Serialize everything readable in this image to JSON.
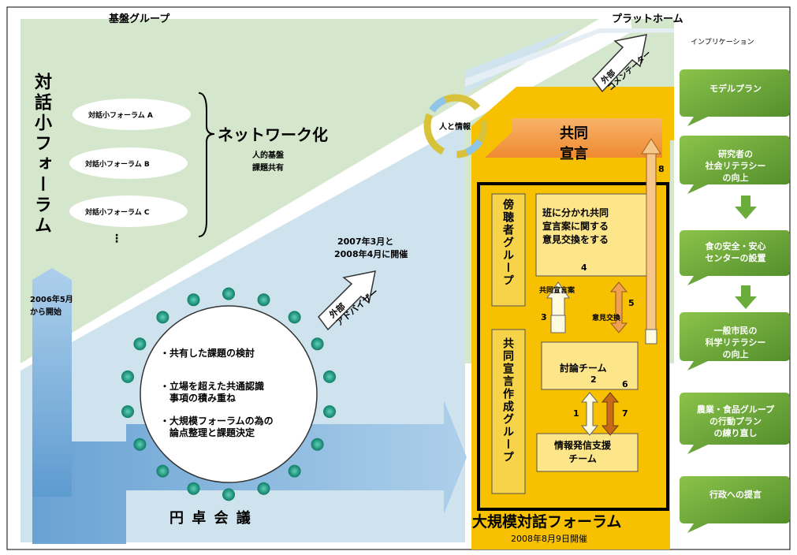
{
  "header": {
    "left_label": "基盤グループ",
    "right_label": "プラットホーム",
    "impl_label": "インプリケーション"
  },
  "left": {
    "vertical_title": "対話小フォーラム",
    "forums": [
      "対話小フォーラム A",
      "対話小フォーラム B",
      "対話小フォーラム C"
    ],
    "dots": "⋮",
    "network_title": "ネットワーク化",
    "network_sub1": "人的基盤",
    "network_sub2": "課題共有",
    "start_text1": "2006年5月",
    "start_text2": "から開始"
  },
  "middle": {
    "held_text1": "2007年3月と",
    "held_text2": "2008年4月に開催",
    "adviser": "外部\nアドバイザー",
    "circle_items": [
      "・共有した課題の検討",
      "・立場を超えた共通認識\n　事項の積み重ね",
      "・大規模フォーラムの為の\n　論点整理と課題決定"
    ],
    "roundtable": "円 卓 会 議",
    "people_info": "人と情報"
  },
  "right": {
    "commentator": "外部\nコメンテーター",
    "joint": "共同",
    "declaration": "宣言",
    "listener_group": "傍聴者グループ",
    "listener_box": "班に分かれ共同\n宣言案に関する\n意見交換をする",
    "num4": "4",
    "draft_label": "共同宣言案",
    "num3": "3",
    "opinion_label": "意見交換",
    "num5": "5",
    "num8": "8",
    "drafting_group": "共同宣言作成グループ",
    "discussion_team": "討論チーム",
    "num2": "2",
    "num6": "6",
    "num1": "1",
    "num7": "7",
    "info_team": "情報発信支援\nチーム",
    "forum_title": "大規模対話フォーラム",
    "forum_date": "2008年8月9日開催"
  },
  "implications": [
    "モデルプラン",
    "研究者の\n社会リテラシー\nの向上",
    "食の安全・安心\nセンターの設置",
    "一般市民の\n科学リテラシー\nの向上",
    "農業・食品グループ\nの行動プラン\nの練り直し",
    "行政への提言"
  ],
  "colors": {
    "light_green_bg": "#d4e6cc",
    "light_blue_bg": "#cfe3ef",
    "yellow": "#f7c000",
    "orange_roof": "#f19845",
    "green_tag": "#70a83a",
    "teal_dot": "#199a82",
    "blue_arrow": "#6fa8d4"
  }
}
